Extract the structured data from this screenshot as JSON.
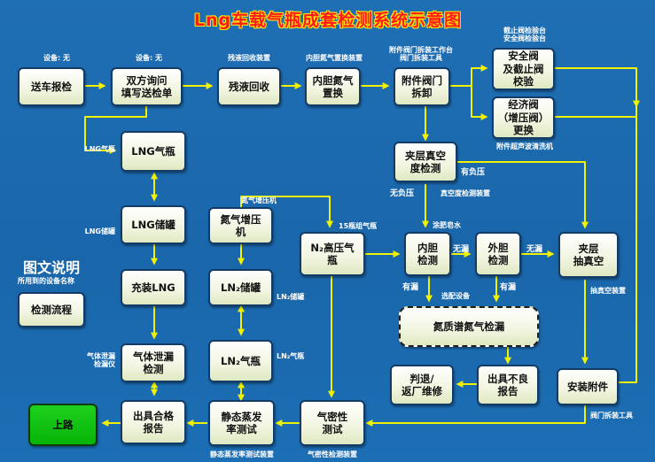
{
  "title": "Lng车载气瓶成套检测系统示意图",
  "legend": {
    "title": "图文说明",
    "equipment_caption": "所用到的设备名称",
    "process_box": "检测流程"
  },
  "nodes": {
    "songche": "送车报检",
    "shuangfang": "双方询问\n填写送检单",
    "canye": "残液回收",
    "neidan_danqi_zhihuan": "内胆氮气\n置换",
    "fujian_chaixie": "附件阀门\n拆卸",
    "anquanfa": "安全阀\n及截止阀\n校验",
    "jingjifa": "经济阀\n（增压阀）\n更换",
    "jiaceng_zhenkong": "夹层真空\n度检测",
    "lng_qiping": "LNG气瓶",
    "lng_chuguan": "LNG储罐",
    "danqi_zengyaji": "氮气增压\n机",
    "n2_gaoyaqi": "N₂高压气\n瓶",
    "neidan_jiance": "内胆\n检测",
    "waidan_jiance": "外胆\n检测",
    "jiaceng_chou": "夹层\n抽真空",
    "chongzhuang": "充装LNG",
    "ln2_chuguan": "LN₂储罐",
    "danzhipu": "氮质谱氮气检漏",
    "qiti_xielou": "气体泄漏\n检测",
    "ln2_qiping": "LN₂气瓶",
    "tuitui": "判退/\n返厂维修",
    "chujv_buliang": "出具不良\n报告",
    "anzhuang_fujian": "安装附件",
    "shanglu": "上路",
    "chujv_hege": "出具合格\n报告",
    "jingtai_zhengfa": "静态蒸发\n率测试",
    "qimixing": "气密性\n测试"
  },
  "labels": {
    "shebei_wu_1": "设备: 无",
    "shebei_wu_2": "设备: 无",
    "canye_zhuangzhi": "残液回收装置",
    "neidan_zhihuan_zhuangzhi": "内胆氮气置换装置",
    "fujian_gongzuotai": "附件阀门拆装工作台\n阀门拆装工具",
    "jiezhifa_jiaoyantai": "截止阀检验台\n安全阀检验台",
    "fujian_chaosheng": "附件超声波清洗机",
    "lng_qiping_lbl": "LNG气瓶",
    "lng_chuguan_lbl": "LNG储罐",
    "danqi_zengyaji_lbl": "氮气增压机",
    "pingzu_qiping": "15瓶组气瓶",
    "you_fuya": "有负压",
    "wu_fuya": "无负压",
    "zhenkong_zhuangzhi": "真空度检测装置",
    "tu_feizaoshui": "涂肥皂水",
    "wulou_1": "无漏",
    "wulou_2": "无漏",
    "youlou_1": "有漏",
    "youlou_2": "有漏",
    "xuanpei_shebei": "选配设备",
    "choukong_zhuangzhi": "抽真空装置",
    "ln2_chuguan_lbl": "LN₂储罐",
    "ln2_qiping_lbl": "LN₂气瓶",
    "qiti_xielou_yi": "气体泄漏\n检漏仪",
    "famen_gongju": "阀门拆装工具",
    "jingtai_zhuangzhi": "静态蒸发率测试装置",
    "qimixing_zhuangzhi": "气密性检测装置"
  },
  "colors": {
    "background": "#1f6fb4",
    "box_fill": "#f1f5df",
    "box_border": "#123c66",
    "arrow": "#f2f200",
    "start_box": "#06b406",
    "title": "#ff1a1a",
    "title_outline": "#ffe800"
  }
}
